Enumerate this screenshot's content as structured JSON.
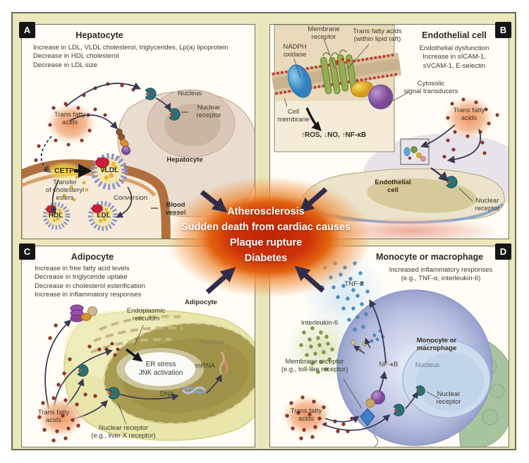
{
  "panelA": {
    "badge": "A",
    "title": "Hepatocyte",
    "desc": "Increase in LDL, VLDL cholesterol, triglycerides, Lp(a) lipoprotein\nDecrease in HDL cholesterol\nDecrease in LDL size",
    "tfa": "Trans fatty\nacids",
    "nucleus": "Nucleus",
    "nuclear_receptor": "Nuclear\nreceptor",
    "cell": "Hepatocyte",
    "cetp": "CETP",
    "transfer": "Transfer\nof cholesteryl\nesters",
    "vldl": "VLDL",
    "conversion": "Conversion",
    "hdl": "HDL",
    "ldl": "LDL",
    "blood_vessel": "Blood\nvessel"
  },
  "panelB": {
    "badge": "B",
    "title": "Endothelial cell",
    "desc": "Endothelial dysfunction\nIncrease in sICAM-1,\nsVCAM-1, E-selectin",
    "membrane_receptor": "Membrane\nreceptor",
    "tfa_raft": "Trans fatty acids\n(within lipid raft)",
    "nadph": "NADPH\noxidase",
    "cytosolic": "Cytosolic\nsignal transducers",
    "cell_membrane": "Cell\nmembrane",
    "ros": "↑ROS, ↓NO, ↑NF-κB",
    "tfa": "Trans fatty\nacids",
    "cell": "Endothelial\ncell",
    "nuclear_receptor": "Nuclear\nreceptor"
  },
  "panelC": {
    "badge": "C",
    "title": "Adipocyte",
    "desc": "Increase in free fatty acid levels\nDecrease in triglyceride uptake\nDecrease in cholesterol esterification\nIncrease in inflammatory responses",
    "er": "Endoplasmic\nreticulum",
    "cell": "Adipocyte",
    "nucleus": "Nucleus",
    "er_stress": "ER stress\nJNK activation",
    "mrna": "mRNA",
    "dna": "DNA",
    "tfa": "Trans fatty\nacids",
    "nuclear_receptor": "Nuclear receptor\n(e.g., liver X receptor)"
  },
  "panelD": {
    "badge": "D",
    "title": "Monocyte or macrophage",
    "desc": "Increased inflammatory responses\n(e.g., TNF-α, interleukin-6)",
    "tnf": "TNF-α",
    "il6": "Interleukin-6",
    "cell": "Monocyte or\nmacrophage",
    "membrane_receptor": "Membrane receptor\n(e.g., toll-like receptor)",
    "nfkb": "NF-κB",
    "nucleus": "Nucleus",
    "nuclear_receptor": "Nuclear\nreceptor",
    "tfa": "Trans fatty\nacids"
  },
  "center": {
    "line1": "Atherosclerosis",
    "line2": "Sudden death from cardiac causes",
    "line3": "Plaque rupture",
    "line4": "Diabetes"
  },
  "colors": {
    "burst_red": "#c32507",
    "arrow_dark": "#312d49",
    "receptor_teal": "#2d7076",
    "frame_beige": "#ebe7bd"
  }
}
